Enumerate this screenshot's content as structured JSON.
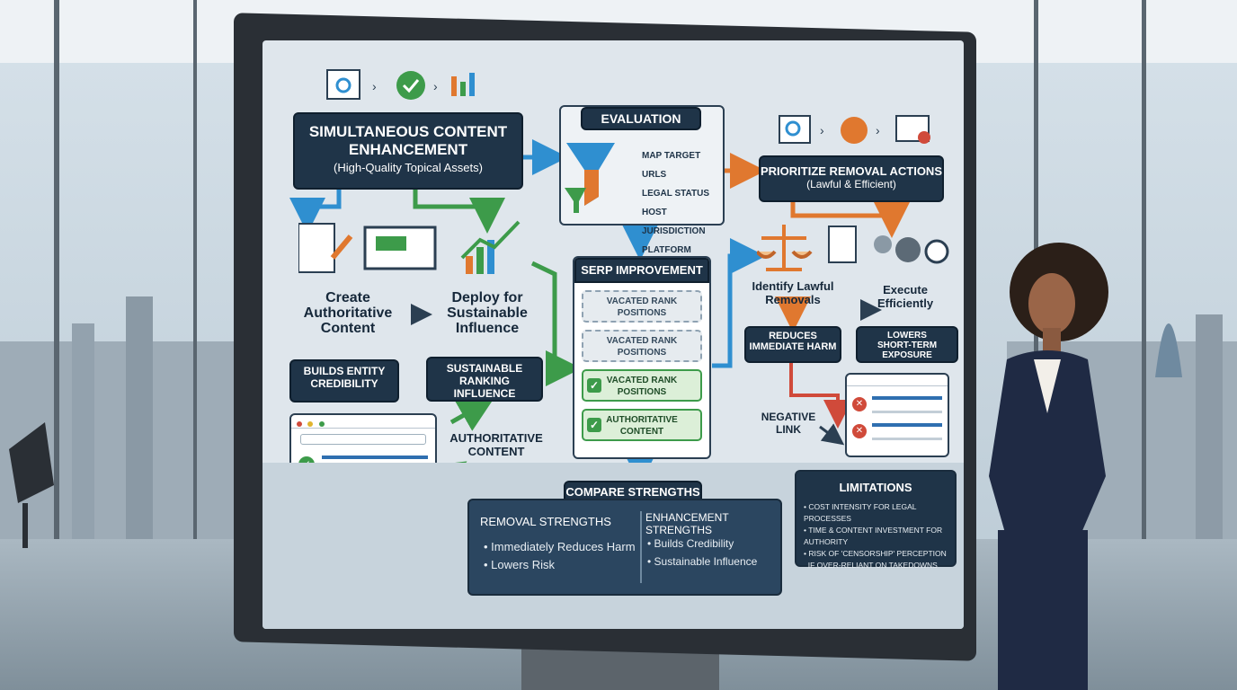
{
  "enhancement": {
    "title_line1": "Simultaneous Content",
    "title_line2": "Enhancement",
    "subtitle": "(High-Quality Topical Assets)",
    "steps": [
      {
        "label_line1": "Create",
        "label_line2": "Authoritative",
        "label_line3": "Content"
      },
      {
        "label_line1": "Deploy for",
        "label_line2": "Sustainable",
        "label_line3": "Influence"
      }
    ],
    "outcome_left_line1": "Builds Entity",
    "outcome_left_line2": "Credibility",
    "outcome_right_line1": "Sustainable",
    "outcome_right_line2": "Ranking Influence",
    "authoritative_line1": "Authoritative",
    "authoritative_line2": "Content"
  },
  "evaluation": {
    "title": "Evaluation",
    "items": [
      "Map Target URLs",
      "Legal Status",
      "Host Jurisdiction",
      "Platform Policy"
    ]
  },
  "removal": {
    "title": "Prioritize Removal Actions",
    "subtitle": "(Lawful & Efficient)",
    "identify_line1": "Identify Lawful",
    "identify_line2": "Removals",
    "execute_line1": "Execute",
    "execute_line2": "Efficiently",
    "reduces_line1": "Reduces",
    "reduces_line2": "Immediate Harm",
    "lowers_line1": "Lowers",
    "lowers_line2": "Short-Term Exposure",
    "negative_line1": "Negative",
    "negative_line2": "Link"
  },
  "serp": {
    "title": "SERP Improvement",
    "slots": [
      {
        "line1": "Vacated Rank",
        "line2": "Positions",
        "state": "dashed"
      },
      {
        "line1": "Vacated Rank",
        "line2": "Positions",
        "state": "dashed"
      },
      {
        "line1": "Vacated Rank",
        "line2": "Positions",
        "state": "green"
      },
      {
        "line1": "Authoritative",
        "line2": "Content",
        "state": "green"
      }
    ]
  },
  "compare": {
    "title": "Compare Strengths",
    "removal_heading": "Removal Strengths",
    "removal_items": [
      "Immediately Reduces Harm",
      "Lowers Risk"
    ],
    "enhancement_heading": "Enhancement Strengths",
    "enhancement_items": [
      "Builds Credibility",
      "Sustainable Influence"
    ]
  },
  "limitations": {
    "title": "Limitations",
    "items": [
      "Cost Intensity for Legal Processes",
      "Time & Content Investment for Authority",
      "Risk of 'Censorship' Perception",
      "If Over-Reliant on Takedowns"
    ]
  },
  "colors": {
    "dark_box": "#1f3448",
    "board_bg": "#dfe6ec",
    "green": "#3d9b4a",
    "blue": "#2f8fd0",
    "orange": "#e0782f",
    "red": "#d04a3a"
  }
}
